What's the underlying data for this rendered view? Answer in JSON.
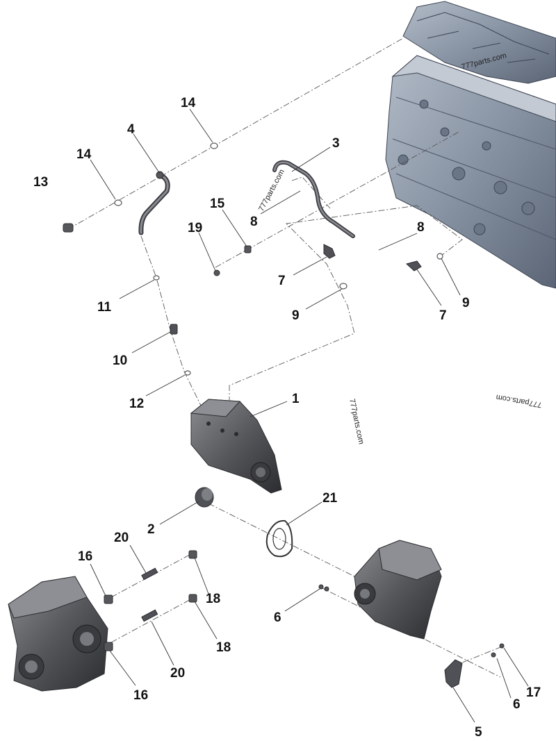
{
  "watermark": "777parts.com",
  "callouts": {
    "c1": "1",
    "c2": "2",
    "c3": "3",
    "c4": "4",
    "c5": "5",
    "c6a": "6",
    "c6b": "6",
    "c7a": "7",
    "c7b": "7",
    "c8a": "8",
    "c8b": "8",
    "c9a": "9",
    "c9b": "9",
    "c10": "10",
    "c11": "11",
    "c12": "12",
    "c13": "13",
    "c14a": "14",
    "c14b": "14",
    "c15": "15",
    "c16a": "16",
    "c16b": "16",
    "c17": "17",
    "c18a": "18",
    "c18b": "18",
    "c19": "19",
    "c20a": "20",
    "c20b": "20",
    "c21": "21"
  },
  "colors": {
    "block": "#8f9bab",
    "block_dark": "#4d5666",
    "compressor": "#55575b",
    "compressor_dark": "#2b2c2f"
  }
}
